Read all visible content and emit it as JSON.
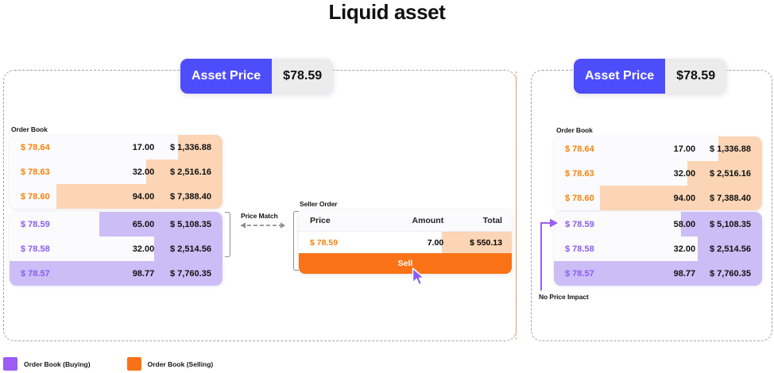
{
  "title": "Liquid asset",
  "colors": {
    "accent_blue": "#4d4dfb",
    "sell_orange": "#f97316",
    "sell_orange_text": "#f5820b",
    "sell_bar": "#fbd5b5",
    "buy_purple": "#9b5cf7",
    "buy_purple_text": "#8b5cf6",
    "buy_bar": "#ccbdf6",
    "panel_dash": "#a79fb4"
  },
  "asset_price_left": {
    "label": "Asset Price",
    "value": "$78.59"
  },
  "asset_price_right": {
    "label": "Asset Price",
    "value": "$78.59"
  },
  "captions": {
    "order_book_left": "Order Book",
    "order_book_right": "Order Book",
    "seller_order": "Seller Order",
    "price_match": "Price Match",
    "no_price_impact": "No Price Impact"
  },
  "left_panel": {
    "selling": [
      {
        "price": "$ 78.64",
        "amount": "17.00",
        "total": "$ 1,336.88",
        "bar_pct": 21
      },
      {
        "price": "$ 78.63",
        "amount": "32.00",
        "total": "$ 2,516.16",
        "bar_pct": 36
      },
      {
        "price": "$ 78.60",
        "amount": "94.00",
        "total": "$ 7,388.40",
        "bar_pct": 78
      }
    ],
    "buying": [
      {
        "price": "$ 78.59",
        "amount": "65.00",
        "total": "$ 5,108.35",
        "bar_pct": 58
      },
      {
        "price": "$ 78.58",
        "amount": "32.00",
        "total": "$ 2,514.56",
        "bar_pct": 32
      },
      {
        "price": "$ 78.57",
        "amount": "98.77",
        "total": "$ 7,760.35",
        "bar_pct": 100
      }
    ]
  },
  "right_panel": {
    "selling": [
      {
        "price": "$ 78.64",
        "amount": "17.00",
        "total": "$ 1,336.88",
        "bar_pct": 21
      },
      {
        "price": "$ 78.63",
        "amount": "32.00",
        "total": "$ 2,516.16",
        "bar_pct": 36
      },
      {
        "price": "$ 78.60",
        "amount": "94.00",
        "total": "$ 7,388.40",
        "bar_pct": 78
      }
    ],
    "buying": [
      {
        "price": "$ 78.59",
        "amount": "58.00",
        "total": "$ 5,108.35",
        "bar_pct": 39
      },
      {
        "price": "$ 78.58",
        "amount": "32.00",
        "total": "$ 2,514.56",
        "bar_pct": 31
      },
      {
        "price": "$ 78.57",
        "amount": "98.77",
        "total": "$ 7,760.35",
        "bar_pct": 100
      }
    ]
  },
  "seller_order": {
    "headers": {
      "price": "Price",
      "amount": "Amount",
      "total": "Total"
    },
    "row": {
      "price": "$ 78.59",
      "amount": "7.00",
      "total": "$ 550.13"
    },
    "action_label": "Sell"
  },
  "legend": [
    {
      "label": "Order Book (Buying)",
      "swatch": "#9b5cf7"
    },
    {
      "label": "Order Book (Selling)",
      "swatch": "#f97316"
    }
  ]
}
